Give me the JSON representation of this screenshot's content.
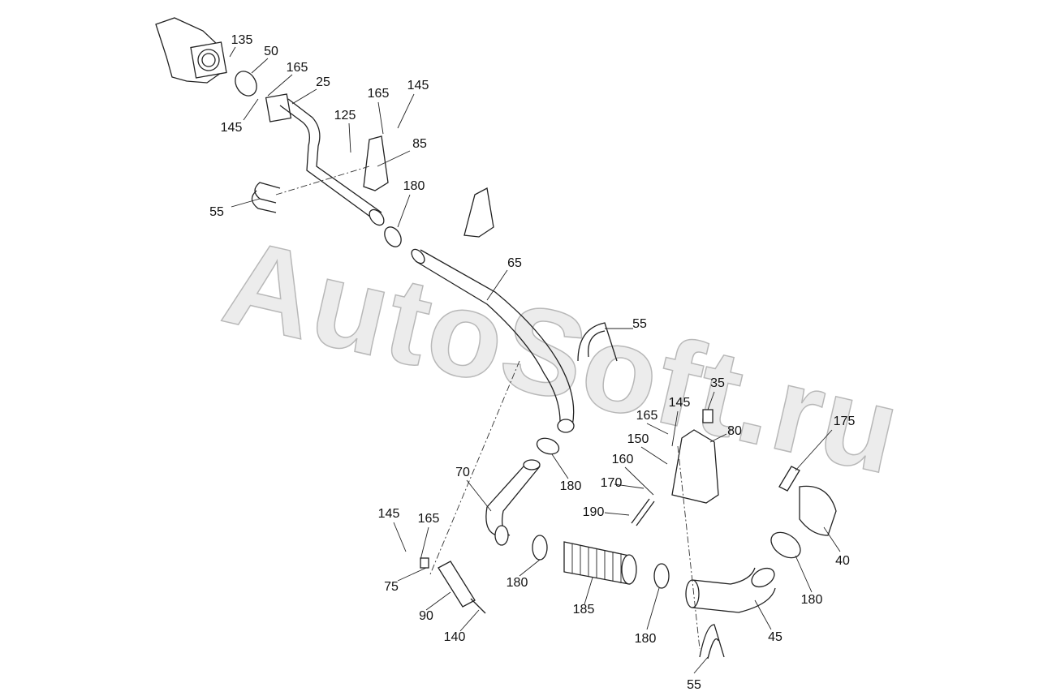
{
  "watermark": "AutoSoft.ru",
  "callouts": [
    {
      "id": "c1",
      "text": "135"
    },
    {
      "id": "c2",
      "text": "50"
    },
    {
      "id": "c3",
      "text": "165"
    },
    {
      "id": "c4",
      "text": "25"
    },
    {
      "id": "c5",
      "text": "145"
    },
    {
      "id": "c6",
      "text": "165"
    },
    {
      "id": "c7",
      "text": "145"
    },
    {
      "id": "c8",
      "text": "125"
    },
    {
      "id": "c9",
      "text": "85"
    },
    {
      "id": "c10",
      "text": "180"
    },
    {
      "id": "c11",
      "text": "55"
    },
    {
      "id": "c12",
      "text": "65"
    },
    {
      "id": "c13",
      "text": "55"
    },
    {
      "id": "c14",
      "text": "35"
    },
    {
      "id": "c15",
      "text": "145"
    },
    {
      "id": "c16",
      "text": "165"
    },
    {
      "id": "c17",
      "text": "80"
    },
    {
      "id": "c18",
      "text": "150"
    },
    {
      "id": "c19",
      "text": "175"
    },
    {
      "id": "c20",
      "text": "160"
    },
    {
      "id": "c21",
      "text": "170"
    },
    {
      "id": "c22",
      "text": "70"
    },
    {
      "id": "c23",
      "text": "180"
    },
    {
      "id": "c24",
      "text": "190"
    },
    {
      "id": "c25",
      "text": "145"
    },
    {
      "id": "c26",
      "text": "165"
    },
    {
      "id": "c27",
      "text": "40"
    },
    {
      "id": "c28",
      "text": "75"
    },
    {
      "id": "c29",
      "text": "180"
    },
    {
      "id": "c30",
      "text": "185"
    },
    {
      "id": "c31",
      "text": "180"
    },
    {
      "id": "c32",
      "text": "90"
    },
    {
      "id": "c33",
      "text": "45"
    },
    {
      "id": "c34",
      "text": "140"
    },
    {
      "id": "c35",
      "text": "180"
    },
    {
      "id": "c36",
      "text": "55"
    }
  ]
}
